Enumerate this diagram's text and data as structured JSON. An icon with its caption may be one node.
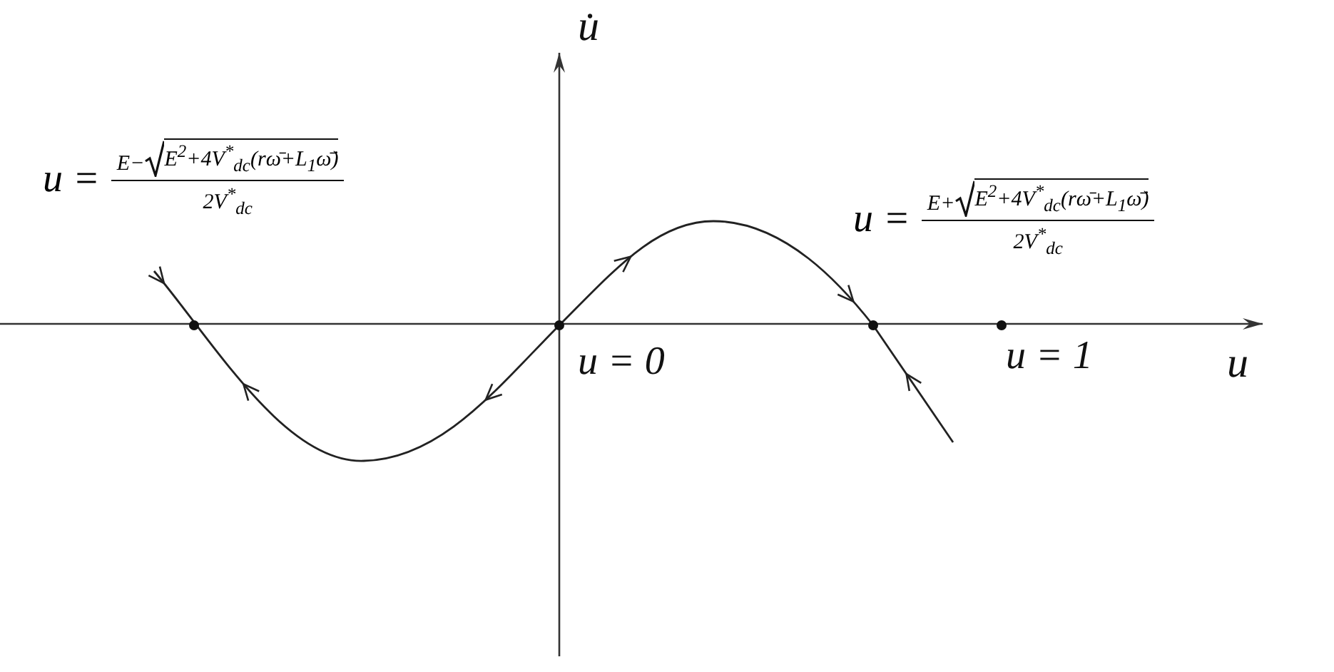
{
  "diagram": {
    "labels": [
      "u̇",
      "u =",
      "E−",
      "E$^{2}$+4V$^{*}$$_{dc}$(rω̄+L$_{1}$ω̄̇)",
      "2V$^{*}$$_{dc}$",
      "u =",
      "E+",
      "E$^{2}$+4V$^{*}$$_{dc}$(rω̄+L$_{1}$ω̄̇)",
      "2V$^{*}$$_{dc}$",
      "u = 0",
      "u = 1",
      "u"
    ]
  }
}
